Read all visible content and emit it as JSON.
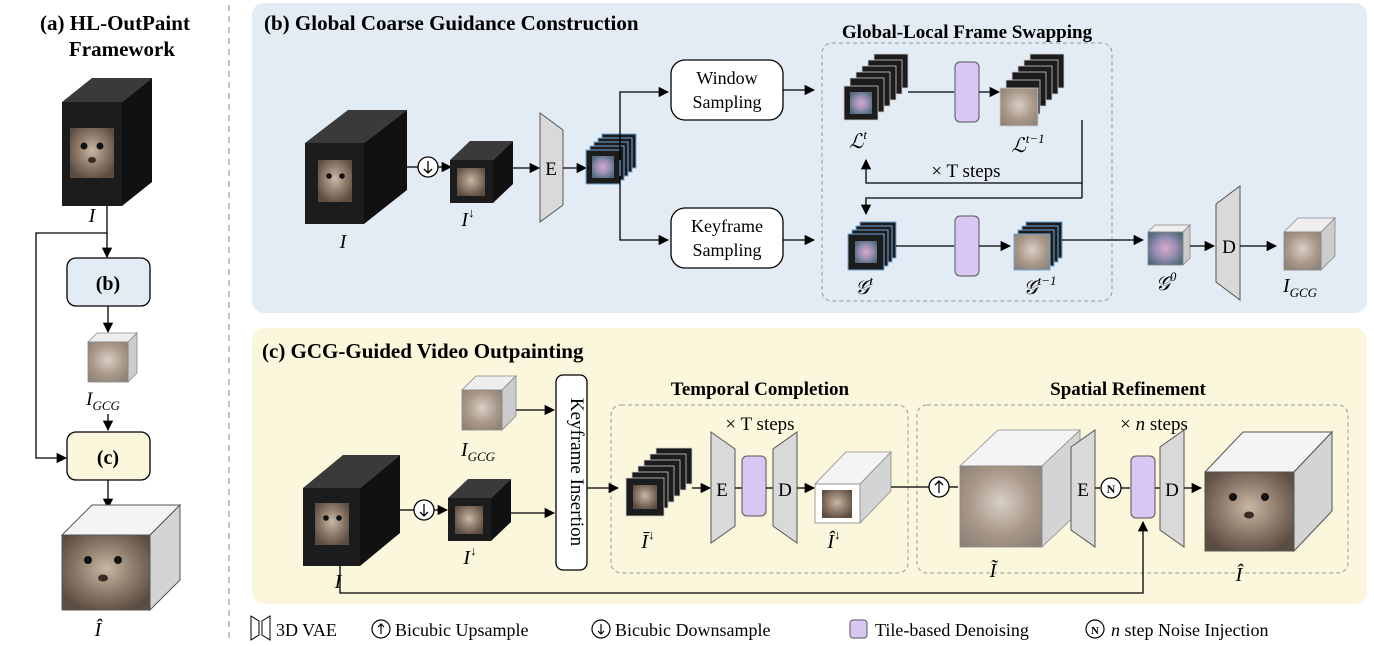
{
  "panel_a": {
    "title_line1": "(a) HL-OutPaint",
    "title_line2": "Framework",
    "input_label": "I",
    "box_b": "(b)",
    "gcg_label": "I",
    "gcg_sub": "GCG",
    "box_c": "(c)",
    "output_label": "Î"
  },
  "panel_b": {
    "title": "(b) Global Coarse Guidance Construction",
    "swap_title": "Global-Local Frame Swapping",
    "input_label": "I",
    "down_label": "I",
    "down_sup": "↓",
    "encoder": "E",
    "window_line1": "Window",
    "window_line2": "Sampling",
    "keyframe_line1": "Keyframe",
    "keyframe_line2": "Sampling",
    "lt": "ℒ",
    "lt_sup": "t",
    "lt1": "ℒ",
    "lt1_sup": "t−1",
    "steps": "× T steps",
    "gt": "𝒢",
    "gt_sup": "t",
    "gt1": "𝒢",
    "gt1_sup": "t−1",
    "g0": "𝒢",
    "g0_sup": "0",
    "decoder": "D",
    "out_label": "I",
    "out_sub": "GCG"
  },
  "panel_c": {
    "title": "(c) GCG-Guided Video Outpainting",
    "gcg_label": "I",
    "gcg_sub": "GCG",
    "keyframe_insertion": "Keyframe Insertion",
    "temporal_title": "Temporal Completion",
    "temporal_steps": "× T steps",
    "spatial_title": "Spatial Refinement",
    "spatial_steps_prefix": "×",
    "spatial_steps_n": "n",
    "spatial_steps_suffix": "steps",
    "input_label": "I",
    "down_label": "I",
    "down_sup": "↓",
    "ibar_label": "Ī",
    "ibar_sup": "↓",
    "ihat_label": "Î",
    "ihat_sup": "↓",
    "itilde_label": "Ĩ",
    "out_label": "Î",
    "encoder": "E",
    "decoder": "D",
    "noise": "N"
  },
  "legend": {
    "vae": "3D VAE",
    "up": "Bicubic Upsample",
    "down": "Bicubic Downsample",
    "tile": "Tile-based Denoising",
    "noise_n": "n",
    "noise": "step Noise Injection"
  },
  "colors": {
    "panel_b_bg": "#e3ebf5",
    "panel_c_bg": "#fbf7dc",
    "box_b_fill": "#e3ebf5",
    "box_c_fill": "#fbf7dc",
    "denoise": "#d7c7f2",
    "vae": "#d9d9d9",
    "cube_dark": "#1c1c1c",
    "cube_light": "#ffffff"
  }
}
